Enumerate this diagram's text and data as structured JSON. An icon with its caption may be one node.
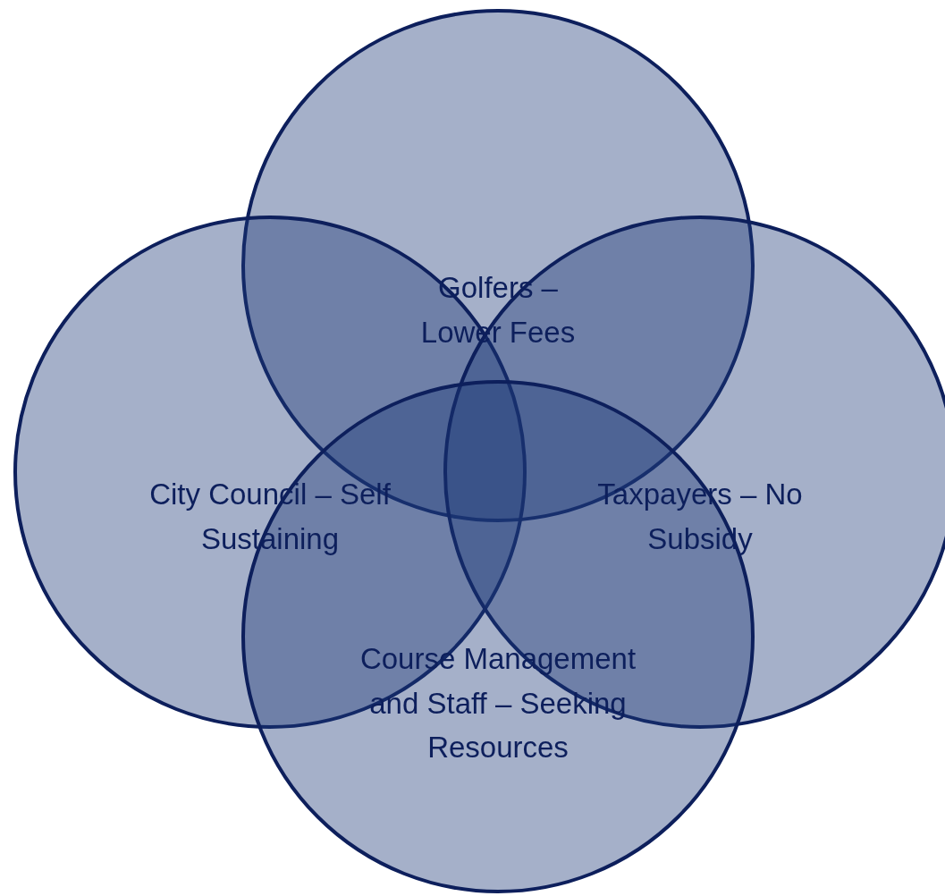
{
  "diagram": {
    "nodes": [
      {
        "text": [
          "Golfers – Lower Fees"
        ]
      },
      {
        "text": [
          "City Council – Self Sustaining"
        ]
      },
      {
        "text": [
          "Taxpayers – No Subsidy"
        ]
      },
      {
        "text": [
          "Course Management and Staff – Seeking Resources"
        ]
      }
    ]
  }
}
